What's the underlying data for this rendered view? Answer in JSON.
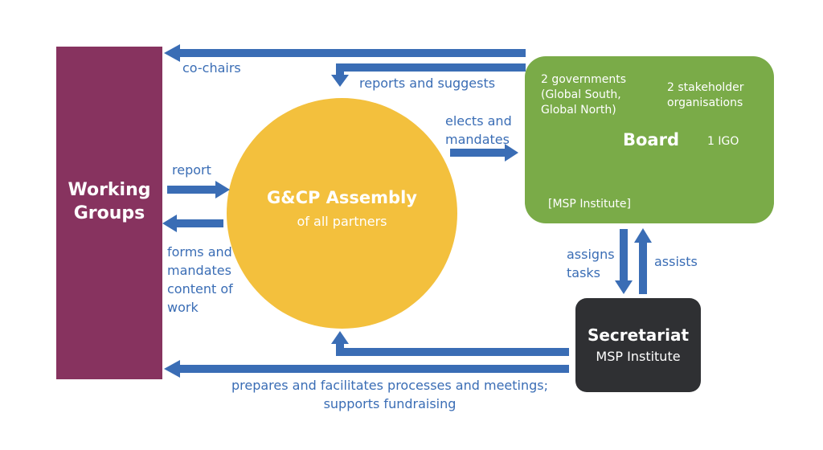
{
  "working_groups": {
    "title_line1": "Working",
    "title_line2": "Groups"
  },
  "assembly": {
    "title": "G&CP Assembly",
    "subtitle": "of all partners"
  },
  "board": {
    "title": "Board",
    "members": {
      "governments_line1": "2 governments",
      "governments_line2": "(Global South,",
      "governments_line3": "Global North)",
      "stakeholders_line1": "2 stakeholder",
      "stakeholders_line2": "organisations",
      "igo": "1 IGO",
      "msp": "[MSP Institute]"
    }
  },
  "secretariat": {
    "title": "Secretariat",
    "subtitle": "MSP Institute"
  },
  "labels": {
    "co_chairs": "co-chairs",
    "reports_suggests": "reports and suggests",
    "elects_line1": "elects and",
    "elects_line2": "mandates",
    "report": "report",
    "forms_line1": "forms and",
    "forms_line2": "mandates",
    "forms_line3": "content of",
    "forms_line4": "work",
    "assigns_line1": "assigns",
    "assigns_line2": "tasks",
    "assists": "assists",
    "prepares_line1": "prepares and facilitates processes and meetings;",
    "prepares_line2": "supports fundraising"
  },
  "colors": {
    "arrow": "#3a6db5",
    "working_groups": "#87335f",
    "assembly": "#f3c03d",
    "board": "#7aab48",
    "secretariat": "#2f3033"
  }
}
